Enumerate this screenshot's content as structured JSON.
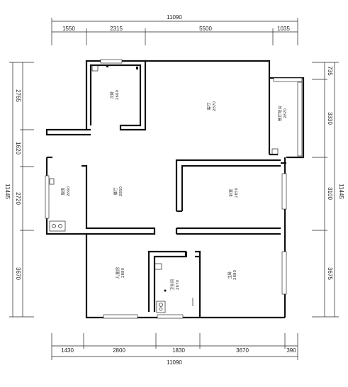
{
  "dimensions": {
    "top_total": "11090",
    "top_segments": [
      "1550",
      "2315",
      "5500",
      "1035"
    ],
    "bottom_total": "11090",
    "bottom_segments": [
      "1430",
      "2800",
      "1830",
      "3670",
      "390"
    ],
    "left_total": "11445",
    "left_segments": [
      "2765",
      "1620",
      "2720",
      "3670"
    ],
    "right_total": "11445",
    "right_segments": [
      "735",
      "3330",
      "3100",
      "3675"
    ]
  },
  "rooms": [
    {
      "label": "次卧",
      "height": "2660"
    },
    {
      "label": "客厅",
      "height": "2870"
    },
    {
      "label": "餐厅阳台",
      "height": "2870"
    },
    {
      "label": "厨房",
      "height": "2660"
    },
    {
      "label": "餐厅",
      "height": "2850"
    },
    {
      "label": "卧室",
      "height": "2850"
    },
    {
      "label": "儿童房",
      "height": "2880"
    },
    {
      "label": "卫生间",
      "height": "2670"
    },
    {
      "label": "主卧",
      "height": "2880"
    }
  ]
}
